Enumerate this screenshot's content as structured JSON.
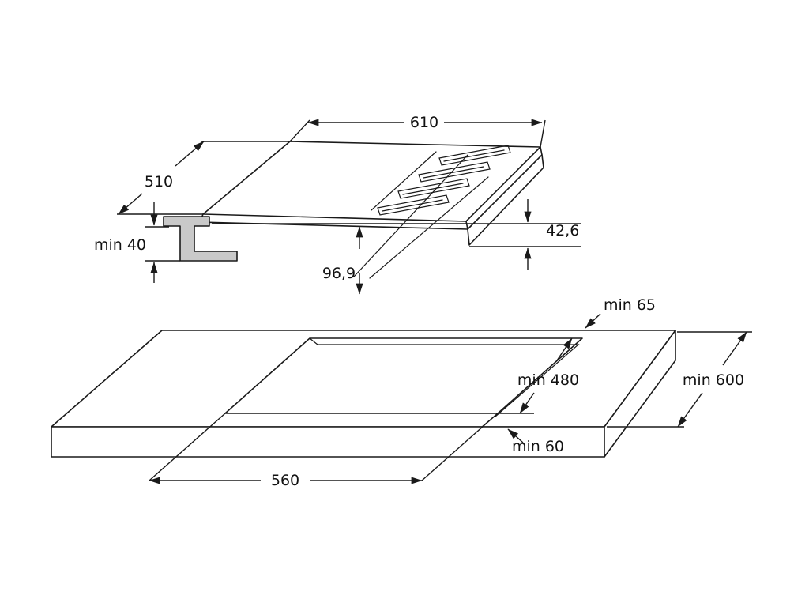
{
  "drawing": {
    "kind": "hob-installation-dimensions",
    "labels": {
      "hob_width": "610",
      "hob_depth": "510",
      "counter_min_thickness": "min 40",
      "hob_body_height": "42,6",
      "hob_total_height": "96,9",
      "rear_clearance": "min 65",
      "cutout_depth": "min 480",
      "counter_depth": "min 600",
      "front_clearance": "min 60",
      "cutout_width": "560"
    },
    "colors": {
      "line": "#1a1a1a",
      "section_fill": "#c9c9c9",
      "background": "#ffffff"
    }
  }
}
